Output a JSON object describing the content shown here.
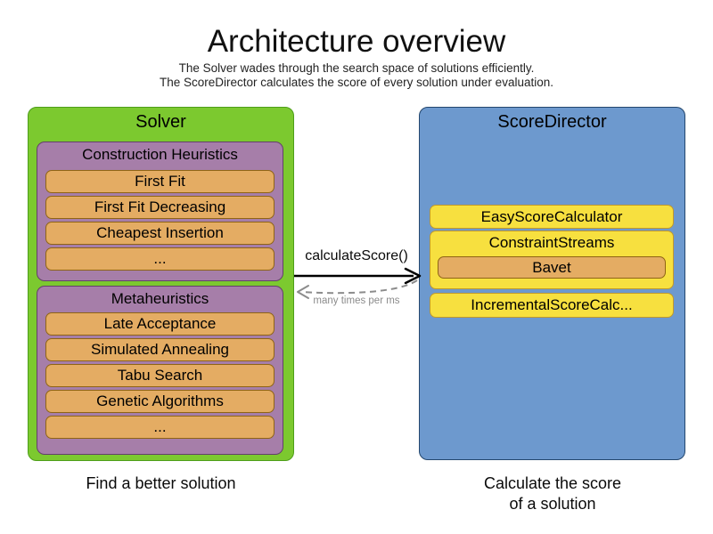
{
  "page": {
    "title": "Architecture overview",
    "subtitle_line1": "The Solver wades through the search space of solutions efficiently.",
    "subtitle_line2": "The ScoreDirector calculates the score of every solution under evaluation."
  },
  "solver": {
    "title": "Solver",
    "caption": "Find a better solution",
    "construction_heuristics": {
      "title": "Construction Heuristics",
      "items": [
        "First Fit",
        "First Fit Decreasing",
        "Cheapest Insertion",
        "..."
      ]
    },
    "metaheuristics": {
      "title": "Metaheuristics",
      "items": [
        "Late Acceptance",
        "Simulated Annealing",
        "Tabu Search",
        "Genetic Algorithms",
        "..."
      ]
    }
  },
  "score_director": {
    "title": "ScoreDirector",
    "caption_line1": "Calculate the score",
    "caption_line2": "of a solution",
    "calculators": {
      "easy": "EasyScoreCalculator",
      "constraint_streams": "ConstraintStreams",
      "constraint_streams_impl": "Bavet",
      "incremental": "IncrementalScoreCalc..."
    }
  },
  "interaction": {
    "call_label": "calculateScore()",
    "frequency_label": "many times per ms"
  },
  "colors": {
    "solver_green": "#7cc92f",
    "heuristic_purple": "#a67ea9",
    "algorithm_orange": "#e4ac63",
    "director_blue": "#6d99ce",
    "calculator_yellow": "#f7e03f",
    "arrow_black": "#000000",
    "arrow_gray": "#8c8c8c"
  }
}
